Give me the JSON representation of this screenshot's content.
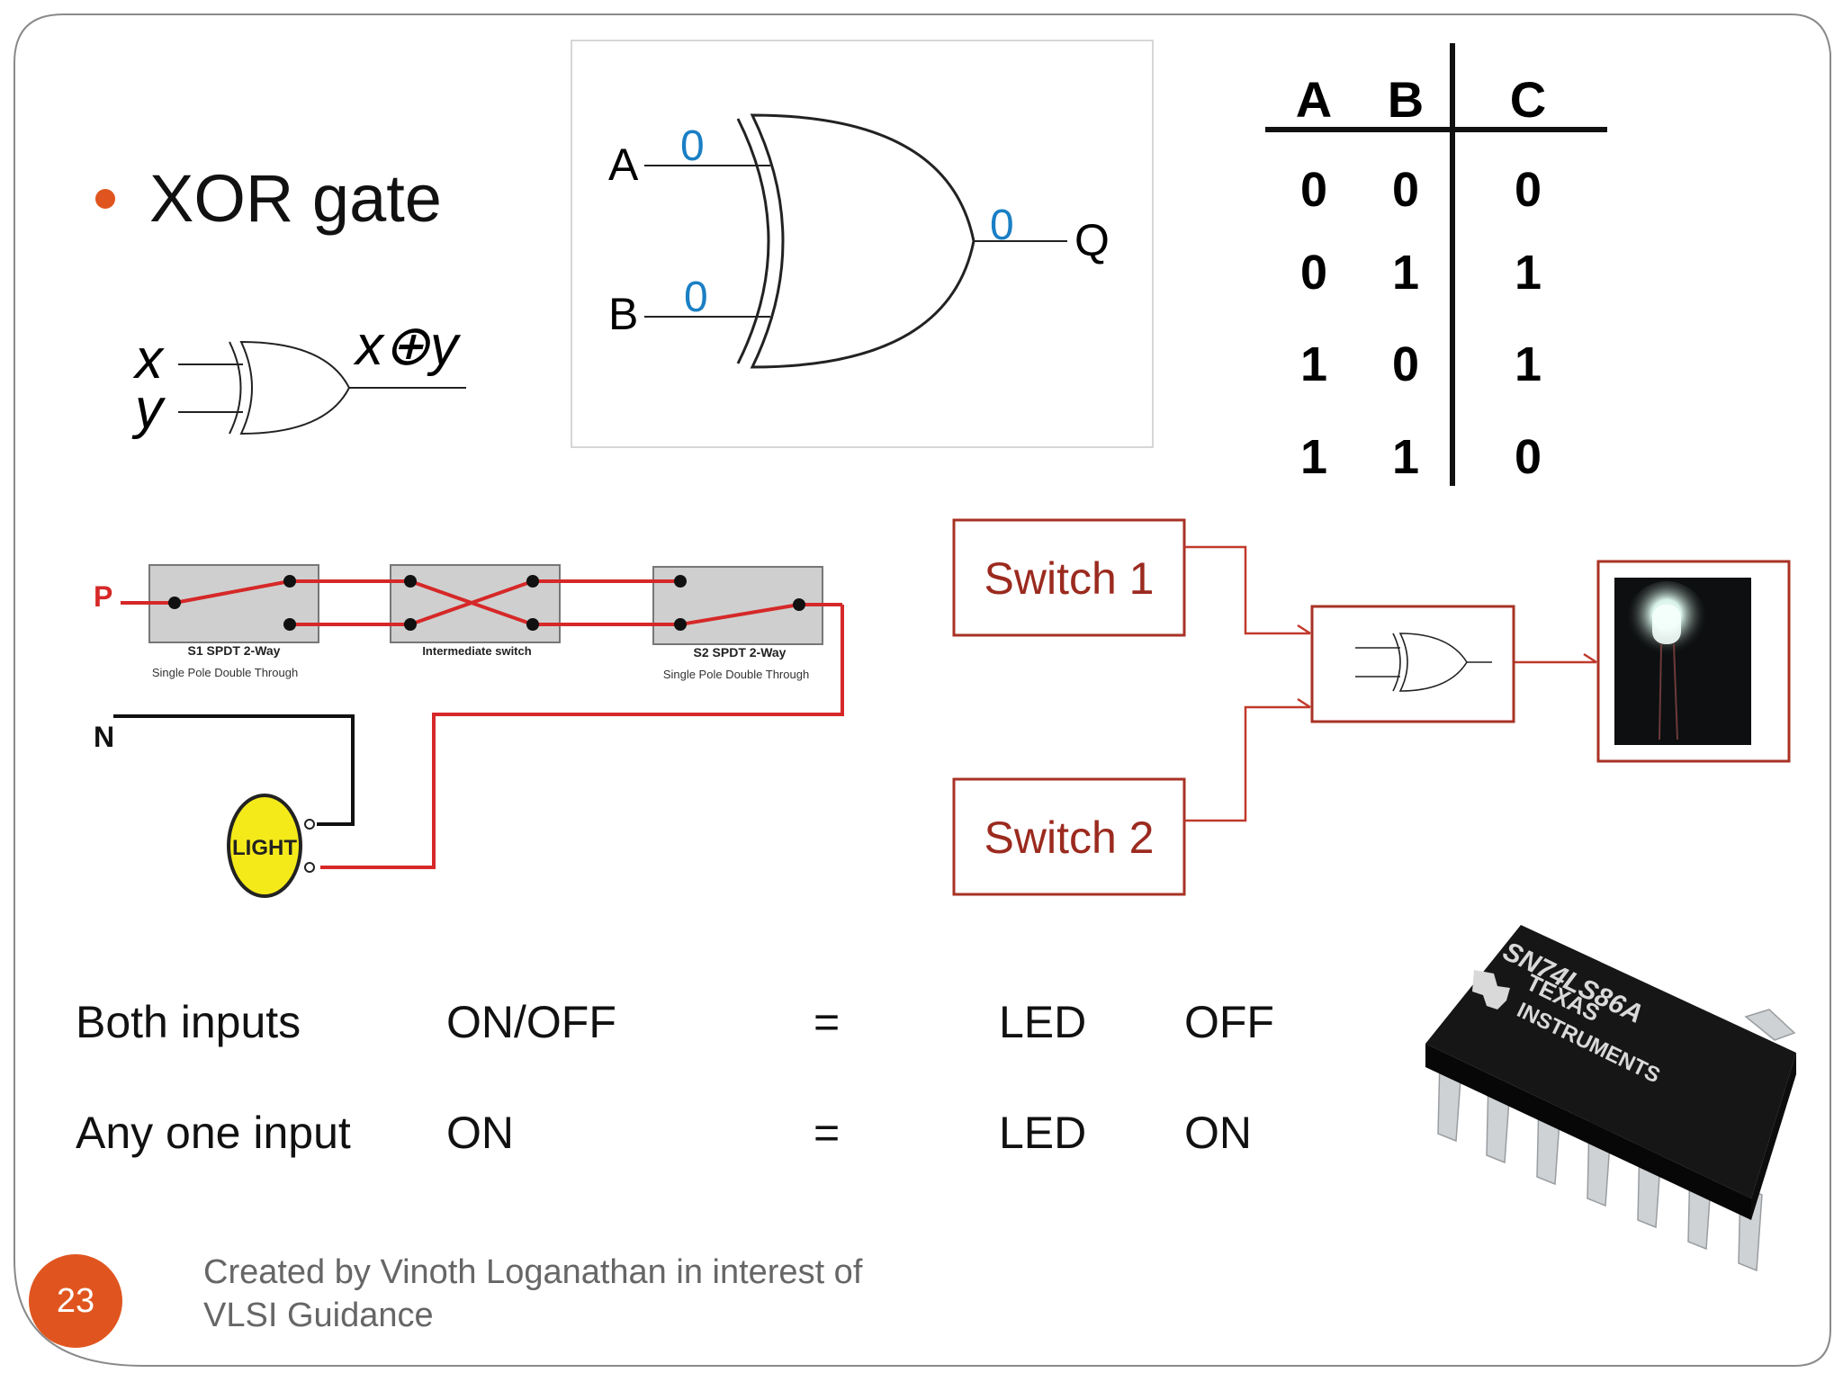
{
  "slide": {
    "title": "XOR gate",
    "small_gate": {
      "input_x": "x",
      "input_y": "y",
      "output": "x⊕y"
    },
    "gate_diagram": {
      "input_a": "A",
      "input_b": "B",
      "output_q": "Q",
      "value_a": "0",
      "value_b": "0",
      "value_q": "0"
    },
    "truth_table": {
      "headers": [
        "A",
        "B",
        "C"
      ],
      "rows": [
        [
          "0",
          "0",
          "0"
        ],
        [
          "0",
          "1",
          "1"
        ],
        [
          "1",
          "0",
          "1"
        ],
        [
          "1",
          "1",
          "0"
        ]
      ]
    },
    "wiring": {
      "phase": "P",
      "neutral": "N",
      "s1_label": "S1  SPDT 2-Way",
      "s1_sub": "Single Pole Double Through",
      "mid_label": "Intermediate switch",
      "s2_label": "S2  SPDT 2-Way",
      "s2_sub": "Single Pole Double Through",
      "light": "LIGHT"
    },
    "block": {
      "switch1": "Switch 1",
      "switch2": "Switch 2"
    },
    "chip": {
      "part": "SN74LS86A",
      "brand1": "TEXAS",
      "brand2": "INSTRUMENTS"
    },
    "statements": [
      {
        "c1": "Both inputs",
        "c2": "ON/OFF",
        "c3": "=",
        "c4": "LED",
        "c5": "OFF"
      },
      {
        "c1": "Any one input",
        "c2": "ON",
        "c3": "=",
        "c4": "LED",
        "c5": "ON"
      }
    ],
    "footer": {
      "line1": "Created by Vinoth Loganathan in interest of",
      "line2": "VLSI Guidance"
    },
    "page_number": "23"
  },
  "colors": {
    "accent": "#e0551f",
    "wire_red": "#d62828",
    "box_border": "#a83224",
    "switch_text": "#9b2a1f",
    "value_blue": "#1a7fc4",
    "lamp_yellow": "#f4ea1a"
  }
}
